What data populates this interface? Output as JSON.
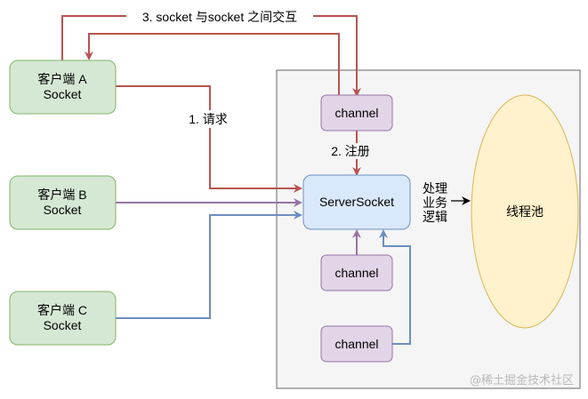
{
  "colors": {
    "client_fill": "#d5e8d4",
    "client_stroke": "#82b366",
    "channel_fill": "#e1d5e7",
    "channel_stroke": "#9673a6",
    "server_fill": "#dae8fc",
    "server_stroke": "#6c8ebf",
    "pool_fill": "#fff2cc",
    "pool_stroke": "#d6b656",
    "container_fill": "#f5f5f5",
    "container_stroke": "#666666",
    "arrow_red": "#b85450",
    "arrow_purple": "#9673a6",
    "arrow_blue": "#6c8ebf",
    "arrow_black": "#000000"
  },
  "clients": [
    {
      "line1": "客户端 A",
      "line2": "Socket"
    },
    {
      "line1": "客户端 B",
      "line2": "Socket"
    },
    {
      "line1": "客户端 C",
      "line2": "Socket"
    }
  ],
  "channels": [
    "channel",
    "channel",
    "channel"
  ],
  "server": "ServerSocket",
  "pool": "线程池",
  "labels": {
    "request": "1. 请求",
    "register": "2. 注册",
    "interact": "3. socket 与socket 之间交互",
    "process": [
      "处理",
      "业务",
      "逻辑"
    ]
  },
  "watermark": "@稀土掘金技术社区"
}
